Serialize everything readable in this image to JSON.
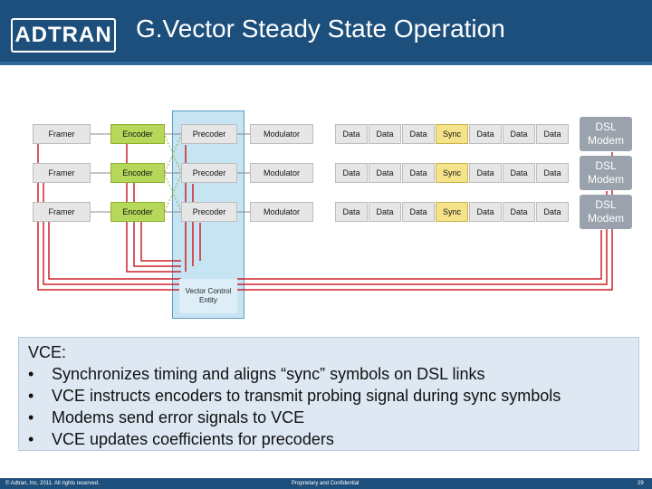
{
  "header": {
    "logo": "ADTRAN",
    "title": "G.Vector Steady State Operation"
  },
  "diagram": {
    "rows": [
      {
        "framer": "Framer",
        "encoder": "Encoder",
        "precoder": "Precoder",
        "modulator": "Modulator",
        "symbols": [
          "Data",
          "Data",
          "Data",
          "Sync",
          "Data",
          "Data",
          "Data"
        ],
        "modem": "DSL Modem"
      },
      {
        "framer": "Framer",
        "encoder": "Encoder",
        "precoder": "Precoder",
        "modulator": "Modulator",
        "symbols": [
          "Data",
          "Data",
          "Data",
          "Sync",
          "Data",
          "Data",
          "Data"
        ],
        "modem": "DSL Modem"
      },
      {
        "framer": "Framer",
        "encoder": "Encoder",
        "precoder": "Precoder",
        "modulator": "Modulator",
        "symbols": [
          "Data",
          "Data",
          "Data",
          "Sync",
          "Data",
          "Data",
          "Data"
        ],
        "modem": "DSL Modem"
      }
    ],
    "vce_label": "Vector Control Entity",
    "colors": {
      "green": "#b5d75a",
      "sync": "#f4e38a",
      "red": "#cc2229",
      "vce": "#c7e4f3",
      "header": "#1d4f7c"
    }
  },
  "bullets": {
    "heading": "VCE:",
    "items": [
      "Synchronizes timing and aligns “sync” symbols on DSL links",
      "VCE instructs encoders to transmit probing signal during sync symbols",
      "Modems send error signals to VCE",
      "VCE updates coefficients for precoders"
    ]
  },
  "footer": {
    "copyright": "© Adtran, Inc. 2011. All rights reserved.",
    "confidential": "Proprietary and Confidential",
    "page": "29"
  }
}
